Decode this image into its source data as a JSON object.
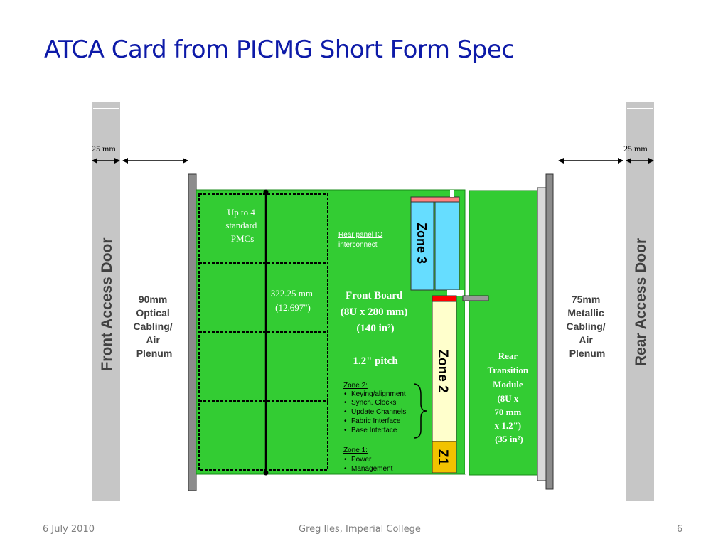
{
  "slide": {
    "title": "ATCA Card from PICMG Short Form Spec",
    "footer": {
      "date": "6 July 2010",
      "author": "Greg Iles, Imperial College",
      "page": "6"
    }
  },
  "diagram": {
    "front_door": "Front Access Door",
    "rear_door": "Rear Access Door",
    "front_gap": "25 mm",
    "rear_gap": "25 mm",
    "front_plenum": [
      "90mm",
      "Optical",
      "Cabling/",
      "Air",
      "Plenum"
    ],
    "rear_plenum": [
      "75mm",
      "Metallic",
      "Cabling/",
      "Air",
      "Plenum"
    ],
    "pmc_label": [
      "Up to 4",
      "standard",
      "PMCs"
    ],
    "height_label": [
      "322.25 mm",
      "(12.697\")"
    ],
    "rear_io": [
      "Rear panel IO",
      "interconnect"
    ],
    "front_board": [
      "Front Board",
      "(8U x 280 mm)",
      "(140 in²)"
    ],
    "pitch": "1.2\" pitch",
    "zone3": "Zone 3",
    "zone2": "Zone 2",
    "zone1": "Z1",
    "zone2_heading": "Zone 2:",
    "zone2_items": [
      "Keying/alignment",
      "Synch. Clocks",
      "Update Channels",
      "Fabric Interface",
      "Base Interface"
    ],
    "zone1_heading": "Zone 1:",
    "zone1_items": [
      "Power",
      "Management"
    ],
    "rtm": [
      "Rear",
      "Transition",
      "Module",
      "(8U x",
      "70 mm",
      "x 1.2\")",
      "(35 in²)"
    ],
    "colors": {
      "board": "#33cc33",
      "door": "#c6c6c6",
      "zone3": "#66ddff",
      "zone2": "#ffffcc",
      "zone1": "#f2c200",
      "connector": "#ff0000"
    }
  }
}
